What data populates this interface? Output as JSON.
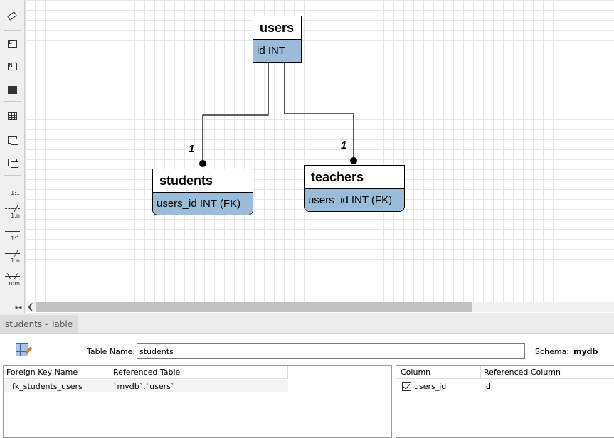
{
  "diagram": {
    "entities": {
      "users": {
        "title": "users",
        "column": "id INT"
      },
      "students": {
        "title": "students",
        "column": "users_id INT (FK)"
      },
      "teachers": {
        "title": "teachers",
        "column": "users_id INT (FK)"
      }
    },
    "relationship_labels": {
      "students": "1",
      "teachers": "1"
    }
  },
  "toolbar": {
    "relations": [
      {
        "label": "1:1"
      },
      {
        "label": "1:n"
      },
      {
        "label": "1:1"
      },
      {
        "label": "1:n"
      },
      {
        "label": "n:m"
      }
    ]
  },
  "bottom_panel": {
    "tab_label": "students - Table",
    "table_name_label": "Table Name:",
    "table_name_value": "students",
    "schema_label": "Schema:",
    "schema_value": "mydb",
    "fk_grid": {
      "headers": [
        "Foreign Key Name",
        "Referenced Table"
      ],
      "rows": [
        {
          "name": "fk_students_users",
          "referenced_table": "`mydb`.`users`"
        }
      ]
    },
    "column_grid": {
      "headers": [
        "Column",
        "Referenced Column"
      ],
      "rows": [
        {
          "column": "users_id",
          "checked": true,
          "referenced_column": "id"
        }
      ]
    }
  }
}
